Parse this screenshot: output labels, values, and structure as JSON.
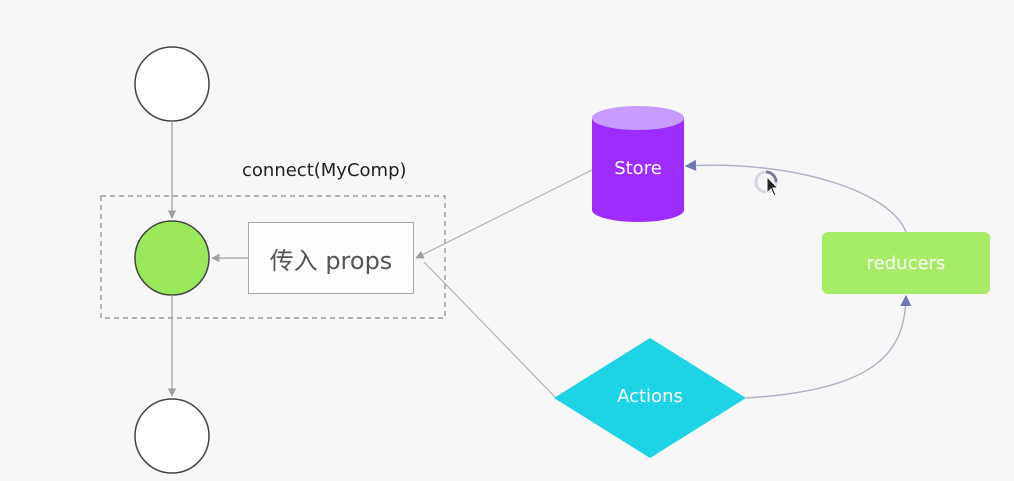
{
  "diagram": {
    "connect_label": "connect(MyComp)",
    "props_label": "传入 props",
    "store_label": "Store",
    "reducers_label": "reducers",
    "actions_label": "Actions"
  },
  "colors": {
    "background": "#f7f7f7",
    "component_fill": "#9be85a",
    "store_fill": "#9f2cff",
    "store_top": "#c79bff",
    "reducers_fill": "#a6ec66",
    "actions_fill": "#1fd3e6",
    "connector": "#b0b0b8",
    "arrow_blue": "#7078b0"
  },
  "icons": {
    "cursor": "mouse-cursor-icon",
    "spinner": "loading-spinner-icon"
  }
}
